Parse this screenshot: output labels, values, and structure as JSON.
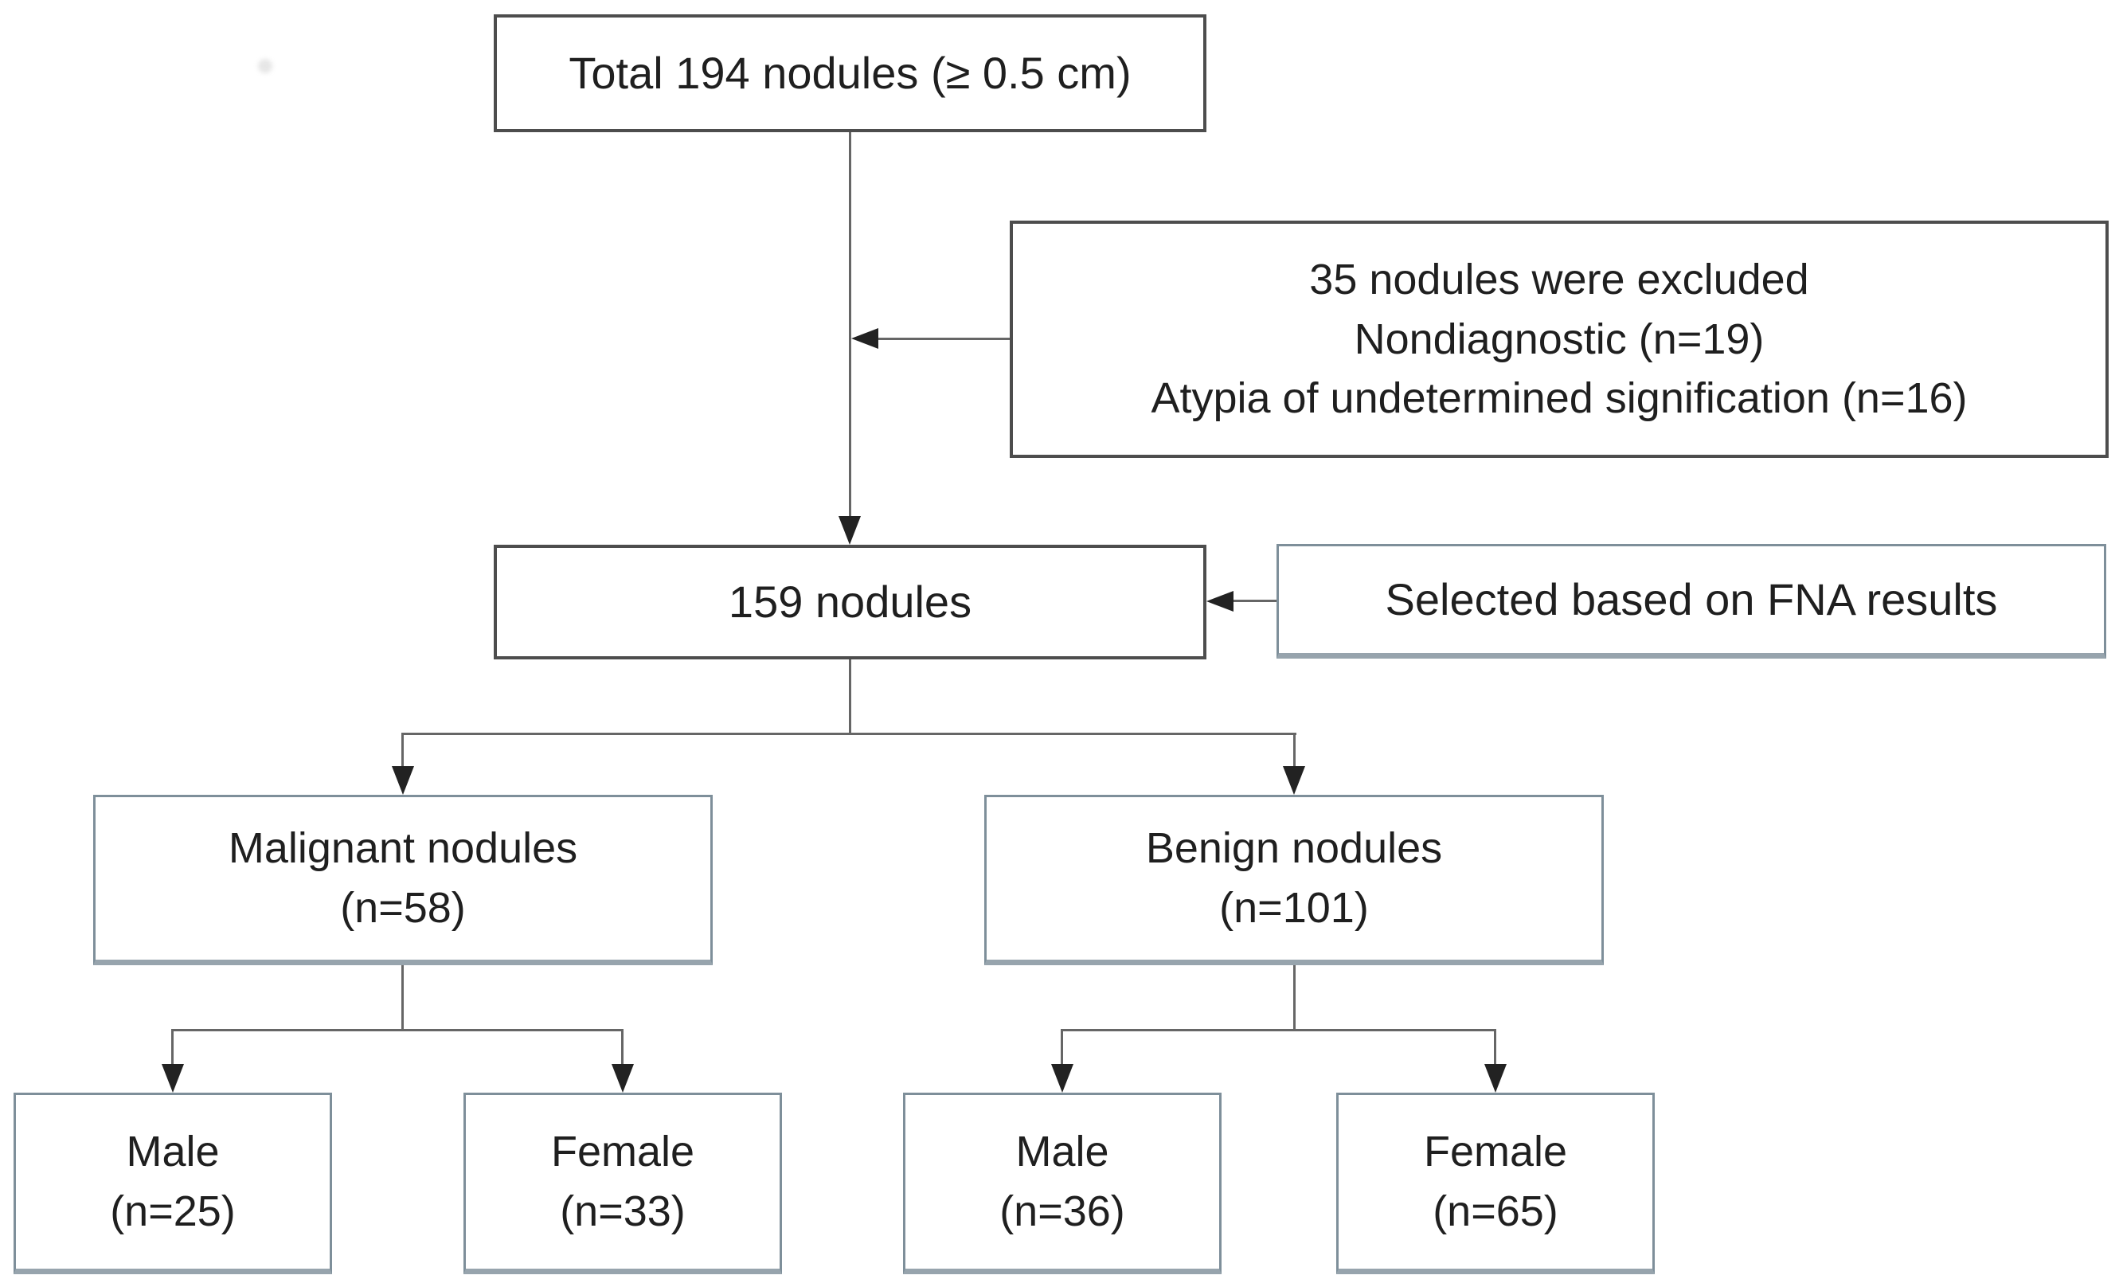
{
  "figure": {
    "type": "flowchart",
    "background": "#ffffff",
    "colors": {
      "box_border_dark": "#4d4d4d",
      "box_border_blue": "#7e8f9a",
      "connector_line": "#666666",
      "arrowhead": "#222222",
      "text": "#1f1f1f"
    },
    "nodes": {
      "total": {
        "label": "Total 194 nodules (≥ 0.5 cm)"
      },
      "excluded": {
        "line1": "35 nodules were excluded",
        "line2": "Nondiagnostic (n=19)",
        "line3": "Atypia of undetermined signification (n=16)"
      },
      "cohort": {
        "label": "159 nodules"
      },
      "fna_note": {
        "label": "Selected based on FNA results"
      },
      "malignant": {
        "name": "Malignant nodules",
        "count": "(n=58)"
      },
      "benign": {
        "name": "Benign nodules",
        "count": "(n=101)"
      },
      "malignant_male": {
        "name": "Male",
        "count": "(n=25)"
      },
      "malignant_female": {
        "name": "Female",
        "count": "(n=33)"
      },
      "benign_male": {
        "name": "Male",
        "count": "(n=36)"
      },
      "benign_female": {
        "name": "Female",
        "count": "(n=65)"
      }
    }
  }
}
